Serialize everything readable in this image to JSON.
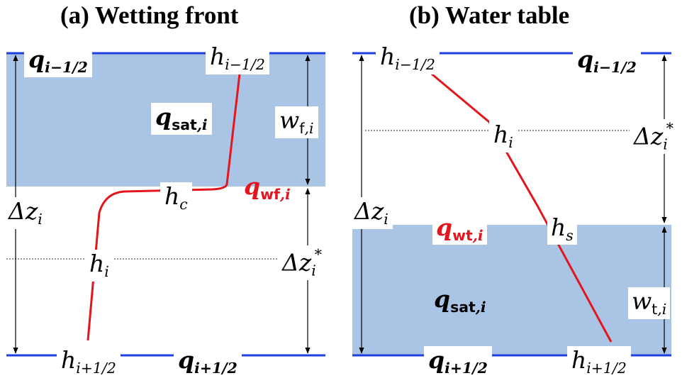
{
  "panel_a": {
    "title": "(a) Wetting front",
    "flux_top": {
      "main": "q",
      "sub": "i−1/2"
    },
    "head_top": {
      "main": "h",
      "sub": "i−1/2"
    },
    "flux_sat": {
      "main": "q",
      "sub_bold": "sat",
      "sub_tail": ",i"
    },
    "w_f": {
      "main": "w",
      "sub_roman": "f",
      "sub_tail": ",i"
    },
    "flux_wf": {
      "main": "q",
      "sub_bold": "wf",
      "sub_tail": ",i"
    },
    "head_c": {
      "main": "h",
      "sub": "c"
    },
    "delta_z": {
      "main": "Δz",
      "sub": "i"
    },
    "head_i": {
      "main": "h",
      "sub": "i"
    },
    "delta_z_star": {
      "main": "Δz",
      "sub": "i",
      "sup": "*"
    },
    "head_bottom": {
      "main": "h",
      "sub": "i+1/2"
    },
    "flux_bottom": {
      "main": "q",
      "sub": "i+1/2"
    }
  },
  "panel_b": {
    "title": "(b) Water table",
    "head_top": {
      "main": "h",
      "sub": "i−1/2"
    },
    "flux_top": {
      "main": "q",
      "sub": "i−1/2"
    },
    "head_i": {
      "main": "h",
      "sub": "i"
    },
    "delta_z_star": {
      "main": "Δz",
      "sub": "i",
      "sup": "*"
    },
    "delta_z": {
      "main": "Δz",
      "sub": "i"
    },
    "flux_wt": {
      "main": "q",
      "sub_bold": "wt",
      "sub_tail": ",i"
    },
    "head_s": {
      "main": "h",
      "sub": "s"
    },
    "flux_sat": {
      "main": "q",
      "sub_bold": "sat",
      "sub_tail": ",i"
    },
    "w_t": {
      "main": "w",
      "sub_roman": "t",
      "sub_tail": ",i"
    },
    "flux_bottom": {
      "main": "q",
      "sub": "i+1/2"
    },
    "head_bottom": {
      "main": "h",
      "sub": "i+1/2"
    }
  },
  "colors": {
    "saturated_fill": "#aac4e6",
    "boundary_line": "#1f3fe0",
    "profile_line": "#e2161c",
    "highlight_text": "#e2161c"
  }
}
